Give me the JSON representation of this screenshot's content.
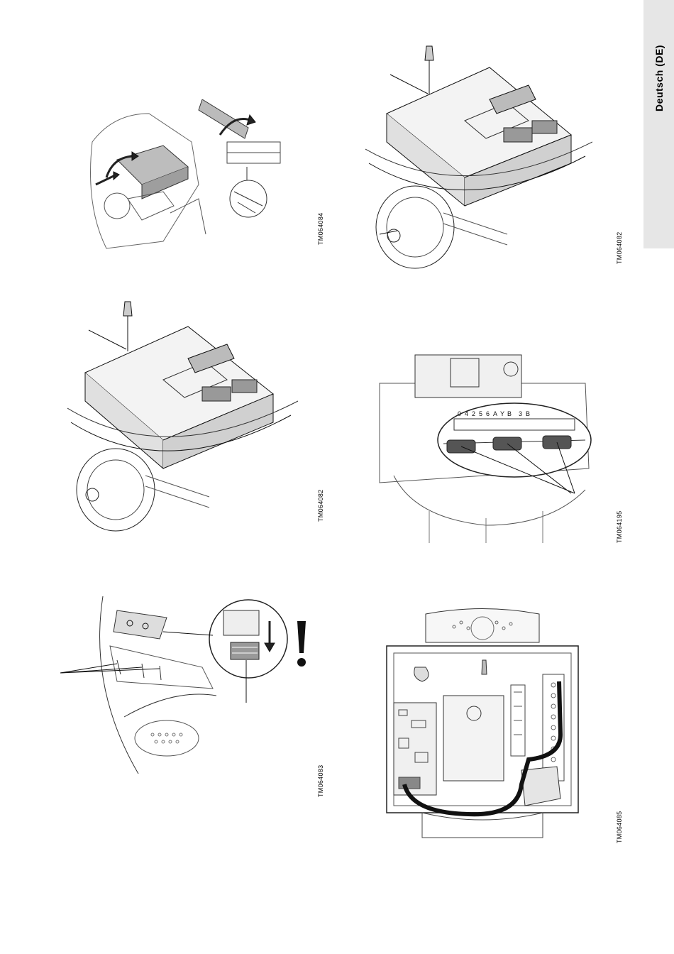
{
  "side_tab": {
    "label": "Deutsch (DE)"
  },
  "figures": [
    {
      "code": "TM064084"
    },
    {
      "code": "TM064082"
    },
    {
      "code": "TM064082"
    },
    {
      "code": "TM064195"
    },
    {
      "code": "TM064083"
    },
    {
      "code": "TM064085"
    }
  ],
  "terminal_labels": [
    "0",
    "4",
    "2",
    "5",
    "6",
    "A",
    "Y",
    "B",
    "3",
    "B"
  ],
  "icons": [
    "screwdriver-icon",
    "rotate-arrow-icon",
    "warning-exclamation-icon",
    "push-down-arrow-icon"
  ]
}
